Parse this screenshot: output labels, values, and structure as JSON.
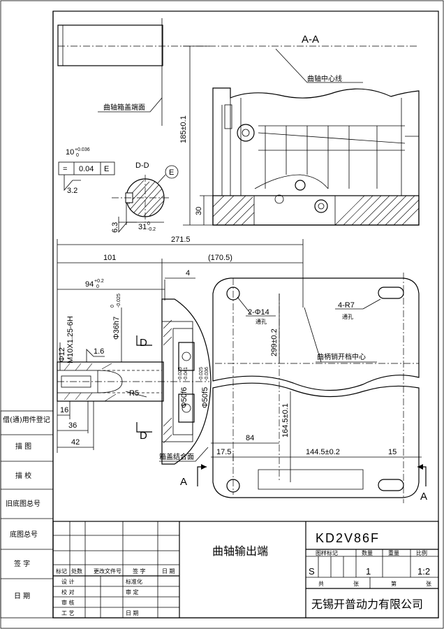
{
  "section_label": "A-A",
  "detail_label": "D-D",
  "datum_label": "E",
  "view_markers": {
    "a_left": "A",
    "a_right": "A",
    "d_top": "D",
    "d_bottom": "D"
  },
  "notes": {
    "crank_center_line": "曲轴中心线",
    "crank_cover_face": "曲轴箱盖端面",
    "crank_pin_center": "曲柄销开档中心",
    "cover_joint_face": "箱盖结合面",
    "holes_2": "2-Φ14",
    "holes_2_sub": "通孔",
    "holes_4": "4-R7",
    "holes_4_sub": "通孔"
  },
  "dimensions": {
    "d185": "185±0.1",
    "d30": "30",
    "d10": "10",
    "d10_tol": "+0.036",
    "d10_tol2": "0",
    "gtol_sym": "=",
    "gtol_val": "0.04",
    "gtol_ref": "E",
    "rough_32": "3.2",
    "rough_63": "6.3",
    "d31": "31",
    "d31_tol1": "0",
    "d31_tol2": "-0.2",
    "d2715": "271.5",
    "d101": "101",
    "d1705": "(170.5)",
    "d94": "94",
    "d94_tol1": "+0.2",
    "d94_tol2": "0",
    "d4": "4",
    "d_phi36": "Φ36h7",
    "d_phi36_tol1": "0",
    "d_phi36_tol2": "-0.025",
    "d_m10": "M10X1.25-6H",
    "d_phi12": "Φ12",
    "rough_16": "1.6",
    "d_r5": "R5",
    "d_phi50f6": "Φ50f6",
    "d_phi50f6_tol1": "-0.025",
    "d_phi50f6_tol2": "-0.041",
    "d_phi50f5": "Φ50f5",
    "d_phi50f5_tol1": "-0.025",
    "d_phi50f5_tol2": "-0.036",
    "d16": "16",
    "d36": "36",
    "d42": "42",
    "d2992": "299±0.2",
    "d1645": "164.5±0.1",
    "d84": "84",
    "d175": "17.5",
    "d1445": "144.5±0.2",
    "d15": "15"
  },
  "side_labels": [
    "借(通)用件登记",
    "描  图",
    "描  校",
    "旧底图总号",
    "底图总号",
    "签  字",
    "日  期"
  ],
  "title_block": {
    "part_name": "曲轴输出端",
    "drawing_no": "KD2V86F",
    "col_stage": "图样标记",
    "col_qty": "数量",
    "col_weight": "重量",
    "col_scale": "比例",
    "stage_value": "S",
    "qty_value": "1",
    "scale_value": "1:2",
    "sheets_total": "共",
    "sheets_unit": "张",
    "sheet_no": "第",
    "sheet_unit2": "张",
    "company": "无锡开普动力有限公司",
    "rev_headers": [
      "标记",
      "处数",
      "更改文件号",
      "签  字",
      "日  期"
    ],
    "rows": [
      "设  计",
      "校  对",
      "审  核",
      "工  艺"
    ],
    "mid_labels": [
      "标准化",
      "审  定",
      "",
      "日  期"
    ]
  }
}
